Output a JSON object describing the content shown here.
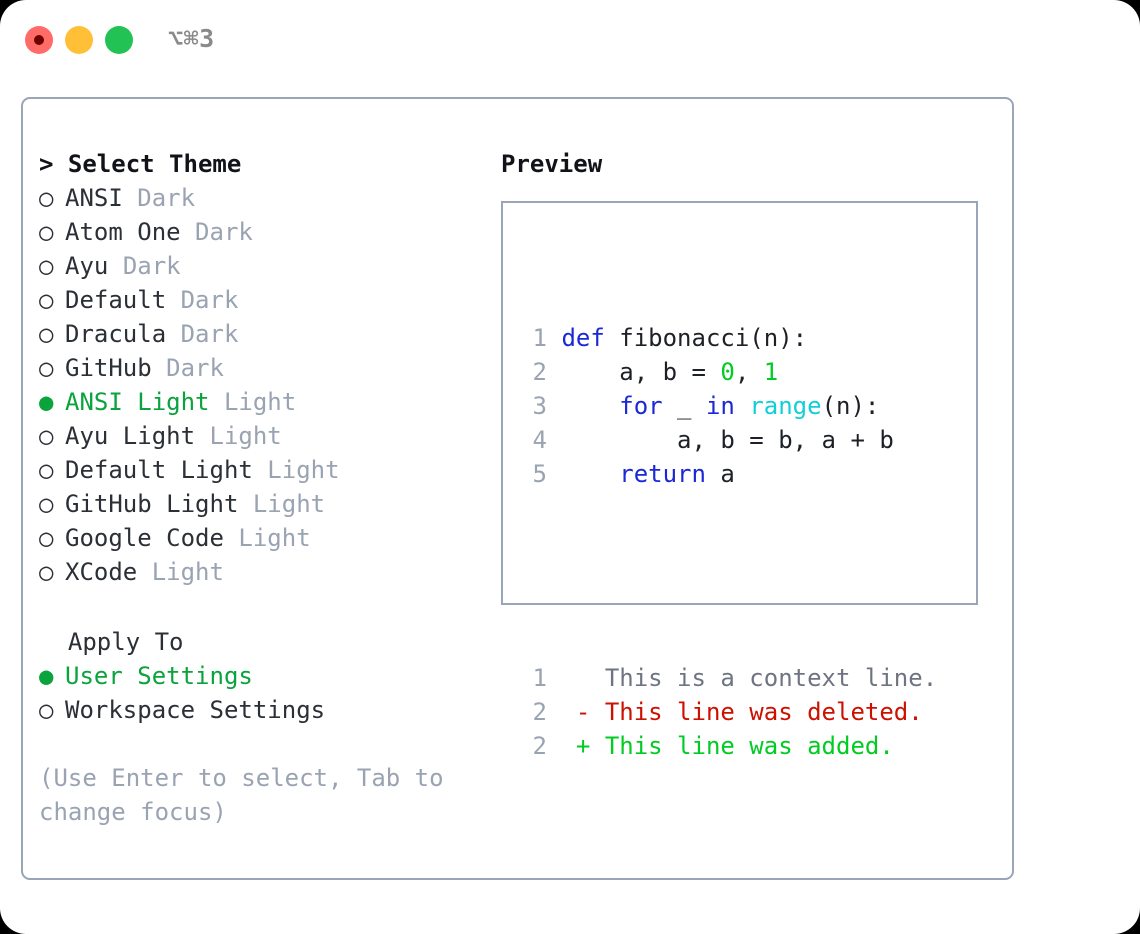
{
  "window": {
    "shortcut": "⌥⌘3",
    "traffic_lights": [
      {
        "name": "close",
        "color": "#ff6b66"
      },
      {
        "name": "minimize",
        "color": "#ffc038"
      },
      {
        "name": "maximize",
        "color": "#22c255"
      }
    ]
  },
  "theme_picker": {
    "header": "> Select Theme",
    "selected_marker": "●",
    "unselected_marker": "○",
    "items": [
      {
        "marker": "○",
        "name": "ANSI",
        "variant": "Dark",
        "selected": false
      },
      {
        "marker": "○",
        "name": "Atom One",
        "variant": "Dark",
        "selected": false
      },
      {
        "marker": "○",
        "name": "Ayu",
        "variant": "Dark",
        "selected": false
      },
      {
        "marker": "○",
        "name": "Default",
        "variant": "Dark",
        "selected": false
      },
      {
        "marker": "○",
        "name": "Dracula",
        "variant": "Dark",
        "selected": false
      },
      {
        "marker": "○",
        "name": "GitHub",
        "variant": "Dark",
        "selected": false
      },
      {
        "marker": "●",
        "name": "ANSI Light",
        "variant": "Light",
        "selected": true
      },
      {
        "marker": "○",
        "name": "Ayu Light",
        "variant": "Light",
        "selected": false
      },
      {
        "marker": "○",
        "name": "Default Light",
        "variant": "Light",
        "selected": false
      },
      {
        "marker": "○",
        "name": "GitHub Light",
        "variant": "Light",
        "selected": false
      },
      {
        "marker": "○",
        "name": "Google Code",
        "variant": "Light",
        "selected": false
      },
      {
        "marker": "○",
        "name": "XCode",
        "variant": "Light",
        "selected": false
      }
    ]
  },
  "apply_to": {
    "title": "  Apply To",
    "options": [
      {
        "marker": "●",
        "label": "User Settings",
        "selected": true
      },
      {
        "marker": "○",
        "label": "Workspace Settings",
        "selected": false
      }
    ]
  },
  "hint": "(Use Enter to select, Tab to change focus)",
  "preview": {
    "title": "Preview",
    "code_lines": [
      {
        "number": "1",
        "tokens": [
          {
            "text": "def",
            "style": "kw"
          },
          {
            "text": " fibonacci(n):",
            "style": "txt"
          }
        ]
      },
      {
        "number": "2",
        "tokens": [
          {
            "text": "    a, b = ",
            "style": "txt"
          },
          {
            "text": "0",
            "style": "num"
          },
          {
            "text": ", ",
            "style": "txt"
          },
          {
            "text": "1",
            "style": "num"
          }
        ]
      },
      {
        "number": "3",
        "tokens": [
          {
            "text": "    ",
            "style": "txt"
          },
          {
            "text": "for",
            "style": "kw"
          },
          {
            "text": " _ ",
            "style": "txt"
          },
          {
            "text": "in",
            "style": "kw"
          },
          {
            "text": " ",
            "style": "txt"
          },
          {
            "text": "range",
            "style": "fn"
          },
          {
            "text": "(n):",
            "style": "txt"
          }
        ]
      },
      {
        "number": "4",
        "tokens": [
          {
            "text": "        a, b = b, a + b",
            "style": "txt"
          }
        ]
      },
      {
        "number": "5",
        "tokens": [
          {
            "text": "    ",
            "style": "txt"
          },
          {
            "text": "return",
            "style": "kw"
          },
          {
            "text": " a",
            "style": "txt"
          }
        ]
      }
    ],
    "diff_lines": [
      {
        "number": "1",
        "prefix": "  ",
        "text": "This is a context line.",
        "style": "ctx"
      },
      {
        "number": "2",
        "prefix": "- ",
        "text": "This line was deleted.",
        "style": "del"
      },
      {
        "number": "2",
        "prefix": "+ ",
        "text": "This line was added.",
        "style": "add"
      }
    ]
  },
  "colors": {
    "accent_green": "#0aa33c",
    "muted": "#9aa3b2",
    "border": "#9aa5b7",
    "keyword": "#1a28d6",
    "function": "#11cfd6",
    "number": "#00cc22",
    "diff_added": "#00cc22",
    "diff_deleted": "#cc1100",
    "diff_context": "#6e7481"
  }
}
